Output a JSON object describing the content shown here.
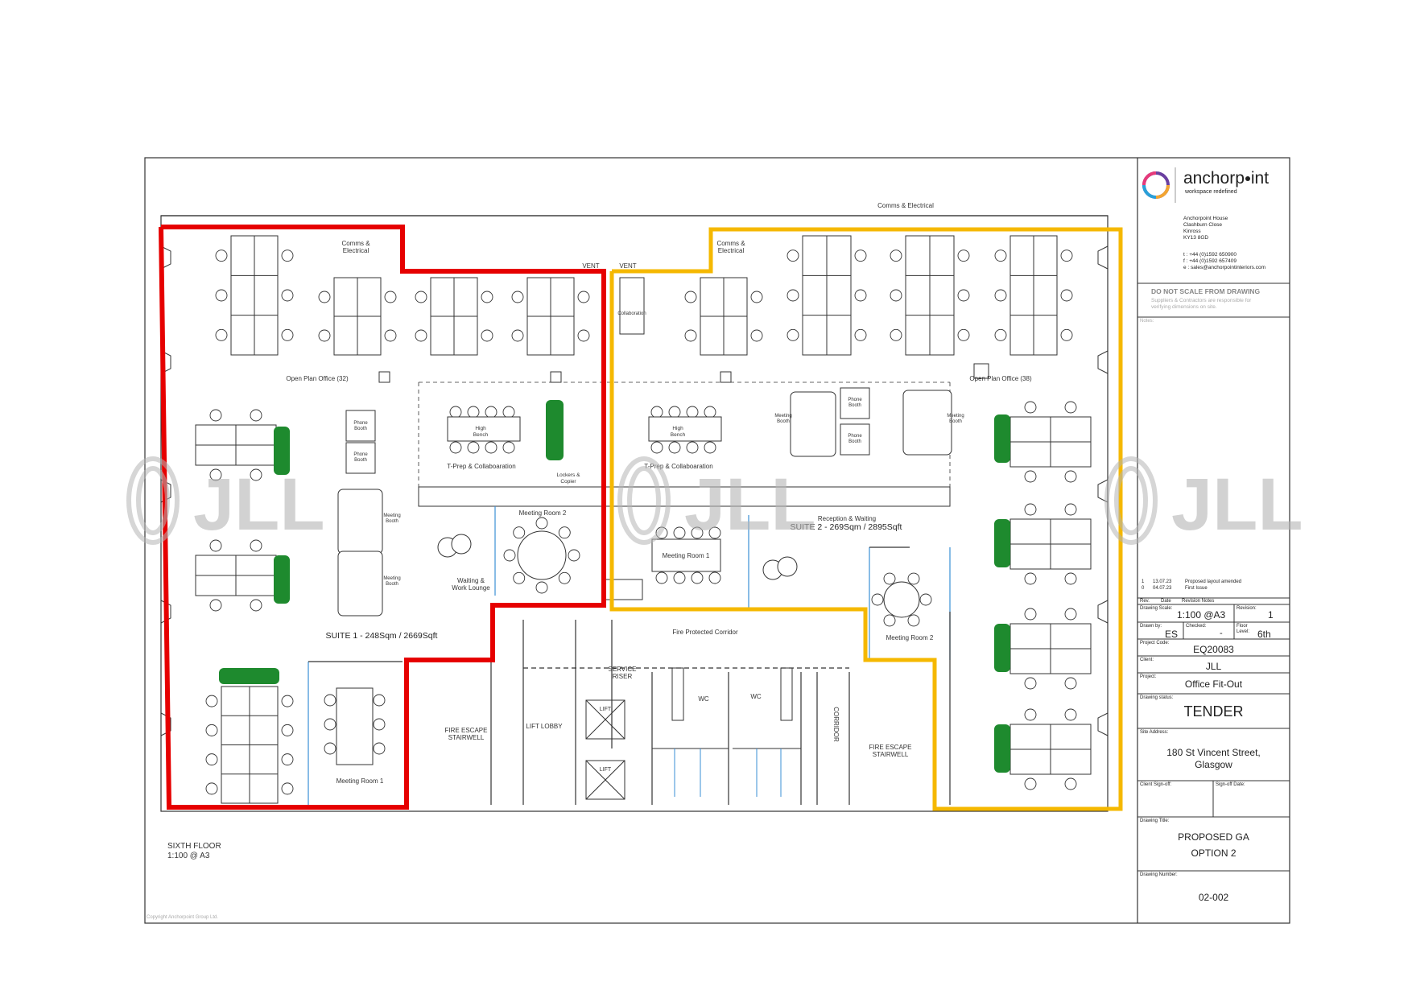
{
  "plan": {
    "floor_label": "SIXTH FLOOR",
    "floor_scale": "1:100 @ A3",
    "copyright": "Copyright Anchorpoint Group Ltd.",
    "top_label": "Comms & Electrical",
    "vent": "VENT",
    "comms_label": "Comms &",
    "comms_label2": "Electrical",
    "suite1_label": "SUITE 1 - 248Sqm / 2669Sqft",
    "suite2_label": "SUITE 2 - 269Sqm / 2895Sqft",
    "open_plan_32": "Open Plan Office (32)",
    "open_plan_38": "Open Plan Office (38)",
    "tprep": "T-Prep & Collaboaration",
    "high": "High",
    "bench": "Bench",
    "phone": "Phone",
    "booth": "Booth",
    "meeting": "Meeting",
    "lockers": "Lockers &",
    "copier": "Copier",
    "collaboration": "Collaboration",
    "meeting_room_1": "Meeting Room 1",
    "meeting_room_2": "Meeting Room 2",
    "waiting": "Waiting &",
    "work_lounge": "Work Lounge",
    "reception": "Reception & Waiting",
    "corridor_label": "Fire Protected Corridor",
    "service": "SERVICE",
    "riser": "RISER",
    "lift": "LIFT",
    "lift_lobby": "LIFT LOBBY",
    "fire_escape": "FIRE ESCAPE",
    "stairwell": "STAIRWELL",
    "wc": "WC",
    "corridor": "CORRIDOR",
    "watermark": "JLL"
  },
  "title_block": {
    "brand": "anchorpoint",
    "brand_pre": "anchorp",
    "brand_post": "int",
    "tagline": "workspace redefined",
    "address": [
      "Anchorpoint House",
      "Clashburn Close",
      "Kinross",
      "KY13 8GD"
    ],
    "tel": "t :  +44 (0)1592 650900",
    "fax": "f :  +44 (0)1592 657409",
    "email": "e :  sales@anchorpointinteriors.com",
    "warning_title": "DO NOT SCALE FROM DRAWING",
    "warning_line1": "Suppliers & Contractors are responsible for",
    "warning_line2": "verifying dimensions on site.",
    "notes_label": "Notes:",
    "revisions": [
      {
        "rev": "1",
        "date": "13.07.23",
        "note": "Proposed layout amended"
      },
      {
        "rev": "0",
        "date": "04.07.23",
        "note": "First Issue"
      }
    ],
    "rev_header": {
      "rev": "Rev.",
      "date": "Date",
      "notes": "Revision Notes"
    },
    "scale_label": "Drawing Scale:",
    "scale_value": "1:100 @A3",
    "revision_label": "Revision:",
    "revision_value": "1",
    "drawn_label": "Drawn by:",
    "drawn_value": "ES",
    "checked_label": "Checked:",
    "checked_value": "-",
    "floor_label": "Floor",
    "level_label": "Level:",
    "level_value": "6th",
    "project_code_label": "Project Code:",
    "project_code": "EQ20083",
    "client_label": "Client:",
    "client": "JLL",
    "project_label": "Project:",
    "project": "Office Fit-Out",
    "status_label": "Drawing status:",
    "status": "TENDER",
    "site_label": "Site Address:",
    "site_line1": "180 St Vincent Street,",
    "site_line2": "Glasgow",
    "signoff_label": "Client Sign-off:",
    "signoff_date_label": "Sign-off Date:",
    "drawing_title_label": "Drawing Title:",
    "drawing_title_1": "PROPOSED GA",
    "drawing_title_2": "OPTION 2",
    "drawing_number_label": "Drawing Number:",
    "drawing_number": "02-002"
  },
  "colors": {
    "suite1_outline": "#e60000",
    "suite2_outline": "#f5b800",
    "plant": "#1e8a2e",
    "glass": "#3a8fd6",
    "line": "#333333",
    "watermark": "#b5b5b5"
  }
}
